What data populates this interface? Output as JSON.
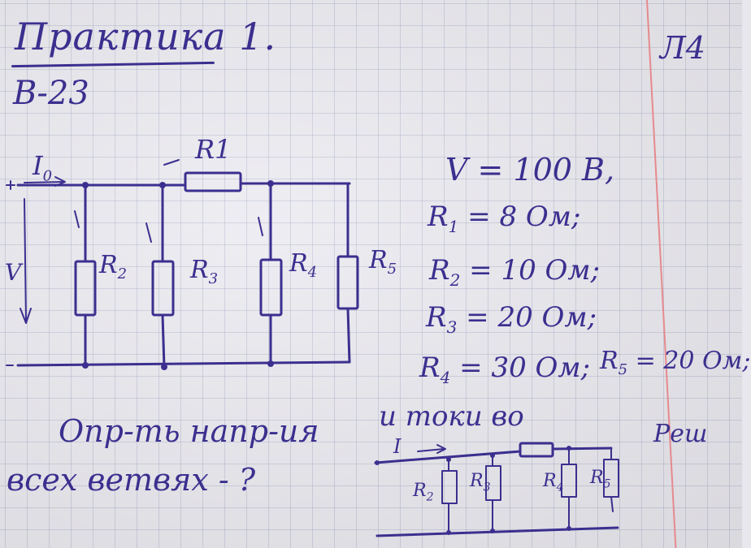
{
  "header": {
    "title": "Практика 1.",
    "page_number": "Л4",
    "variant": "В-23"
  },
  "circuit": {
    "current_label": "I",
    "current_subscript": "0",
    "voltage_label": "V",
    "r1_label": "R1",
    "r2": {
      "base": "R",
      "sub": "2"
    },
    "r3": {
      "base": "R",
      "sub": "3"
    },
    "r4": {
      "base": "R",
      "sub": "4"
    },
    "r5": {
      "base": "R",
      "sub": "5"
    }
  },
  "givens": {
    "v": "V = 100 B,",
    "r1": {
      "base": "R",
      "sub": "1",
      "rest": " = 8  Ом;"
    },
    "r2": {
      "base": "R",
      "sub": "2",
      "rest": " = 10  Ом;"
    },
    "r3": {
      "base": "R",
      "sub": "3",
      "rest": " = 20  Ом;"
    },
    "r4": {
      "base": "R",
      "sub": "4",
      "rest": " = 30  Ом;"
    },
    "r5": {
      "base": "R",
      "sub": "5",
      "rest": " = 20 Ом;"
    }
  },
  "task": {
    "line1": "Опр-ть напр-ия",
    "line1b": "и токи во",
    "line2": "всех ветвях - ?",
    "solution_label": "Реш"
  },
  "small_circuit": {
    "current_label": "I",
    "r2": {
      "base": "R",
      "sub": "2"
    },
    "r3": {
      "base": "R",
      "sub": "3"
    },
    "r4": {
      "base": "R",
      "sub": "4"
    },
    "r5": {
      "base": "R",
      "sub": "5"
    }
  },
  "colors": {
    "ink": "#3b2f8f",
    "paper": "#ecebf1",
    "grid": "#9aa0c2",
    "margin": "#e58a8e"
  }
}
